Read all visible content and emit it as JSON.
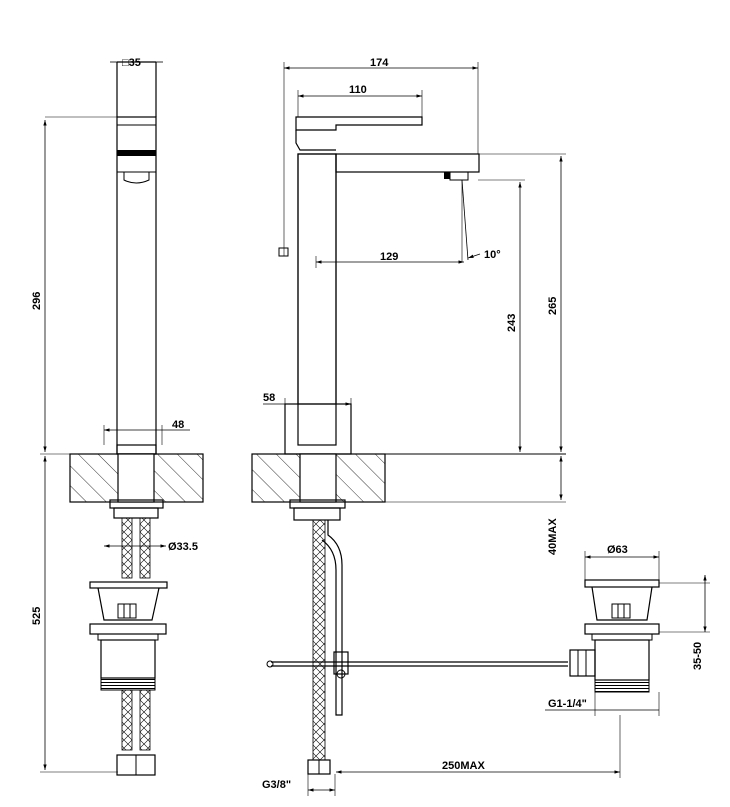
{
  "dimensions": {
    "side_width": "□35",
    "height_296": "296",
    "base_48": "48",
    "pipe_dia": "Ø33.5",
    "depth_525": "525",
    "width_174": "174",
    "lever_110": "110",
    "reach_129": "129",
    "angle_10": "10°",
    "base_58": "58",
    "height_243": "243",
    "height_265": "265",
    "max_40": "40MAX",
    "drain_dia": "Ø63",
    "range_35_50": "35-50",
    "thread_g1": "G1-1/4\"",
    "thread_g38": "G3/8\"",
    "max_250": "250MAX"
  }
}
